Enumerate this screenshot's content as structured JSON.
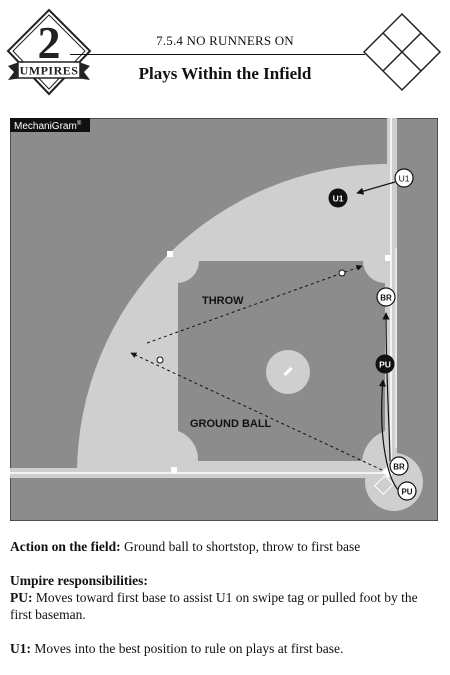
{
  "header": {
    "logo_number": "2",
    "logo_text": "UMPIRES",
    "section_title": "7.5.4 NO RUNNERS ON",
    "plays_title": "Plays Within the Infield"
  },
  "diagram": {
    "brand_label": "MechaniGram",
    "brand_mark": "®",
    "label_throw": "THROW",
    "label_ground_ball": "GROUND BALL",
    "markers": {
      "u1_start": "U1",
      "u1_end": "U1",
      "br_upper": "BR",
      "pu_mid": "PU",
      "br_lower": "BR",
      "pu_start": "PU"
    },
    "colors": {
      "grass": "#8c8c8c",
      "dirt": "#cfcfcf",
      "lines": "#ffffff",
      "outline": "#111111"
    }
  },
  "caption": {
    "action_label": "Action on the field:",
    "action_text": " Ground ball to shortstop, throw to first base",
    "responsibilities_heading": "Umpire responsibilities:",
    "pu_label": "PU:",
    "pu_text": " Moves toward first base to assist U1 on swipe tag or pulled foot by the first baseman.",
    "u1_label": "U1:",
    "u1_text": " Moves into the best position to rule on plays at first base."
  }
}
